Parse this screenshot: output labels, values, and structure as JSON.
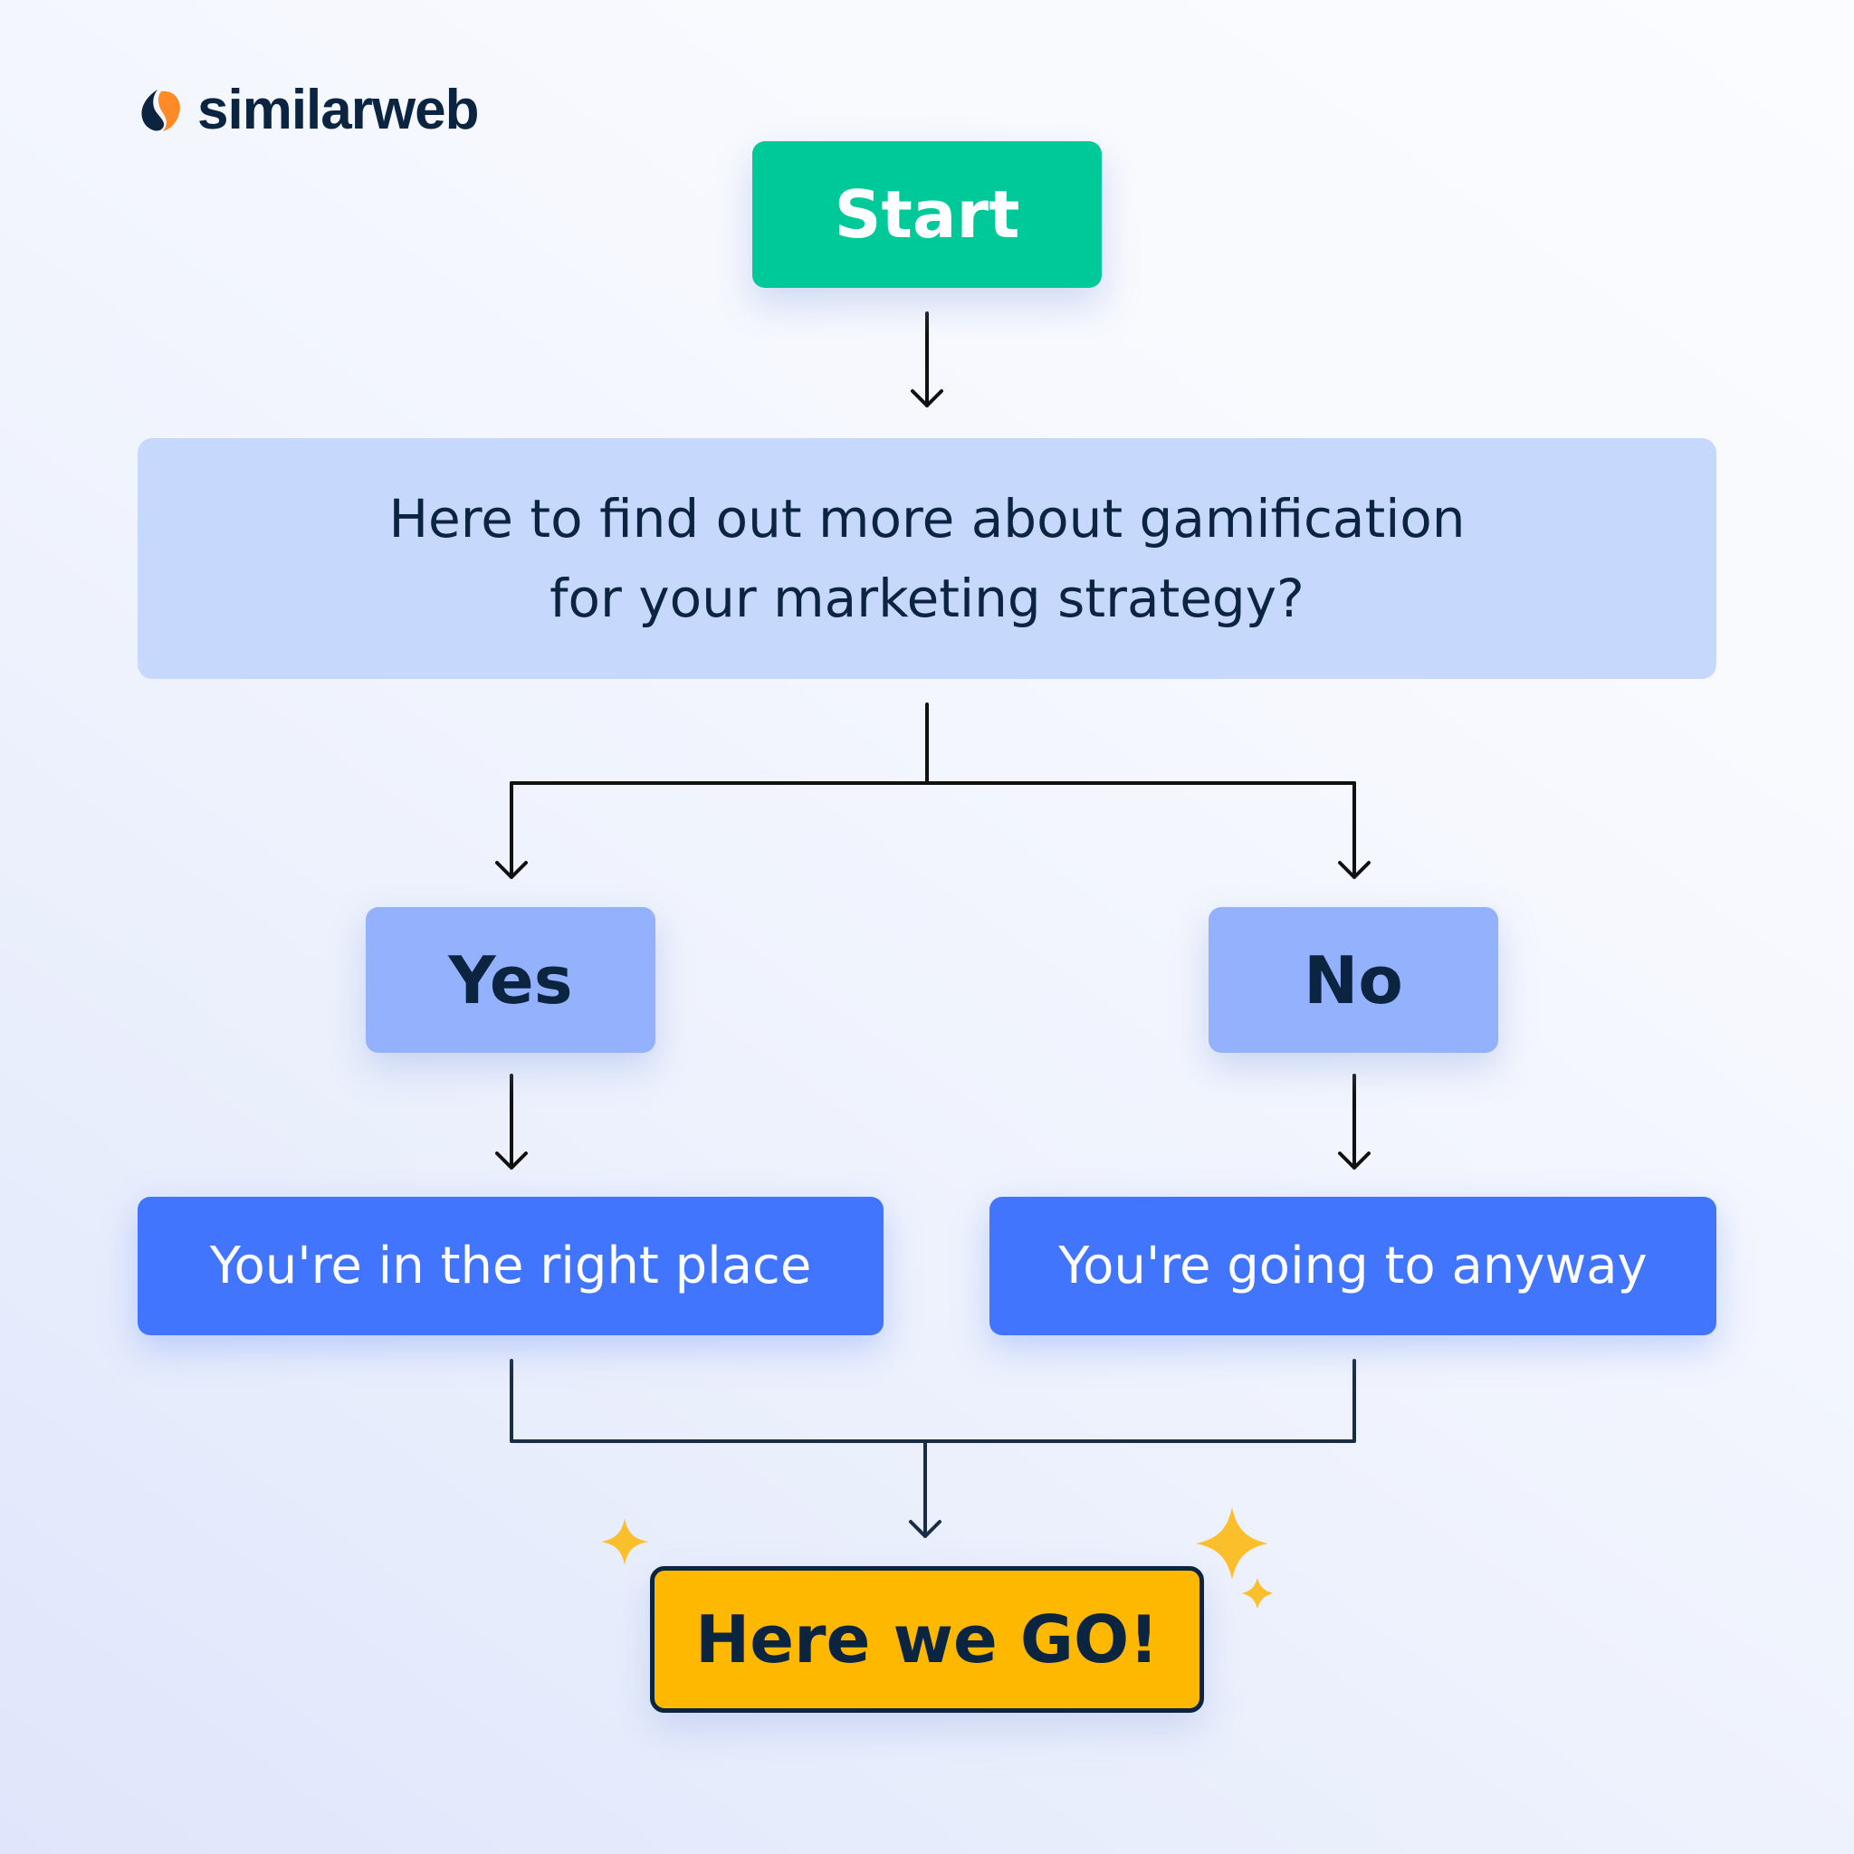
{
  "brand": {
    "name": "similarweb",
    "colors": {
      "dark": "#0b2440",
      "orange": "#ff8a26"
    }
  },
  "flowchart": {
    "start": {
      "label": "Start",
      "color": "#00c999"
    },
    "question": {
      "line1": "Here to find out more about gamification",
      "line2": "for your marketing strategy?",
      "color": "#c6d9fd"
    },
    "answers": [
      {
        "label": "Yes",
        "color": "#94b1fd"
      },
      {
        "label": "No",
        "color": "#94b1fd"
      }
    ],
    "outcomes": [
      {
        "label": "You're in the right place",
        "color": "#4175fe"
      },
      {
        "label": "You're going to anyway",
        "color": "#4175fe"
      }
    ],
    "end": {
      "label": "Here we GO!",
      "color": "#ffb800"
    },
    "decorations": [
      "sparkle-icon",
      "sparkle-icon",
      "sparkle-icon"
    ]
  }
}
